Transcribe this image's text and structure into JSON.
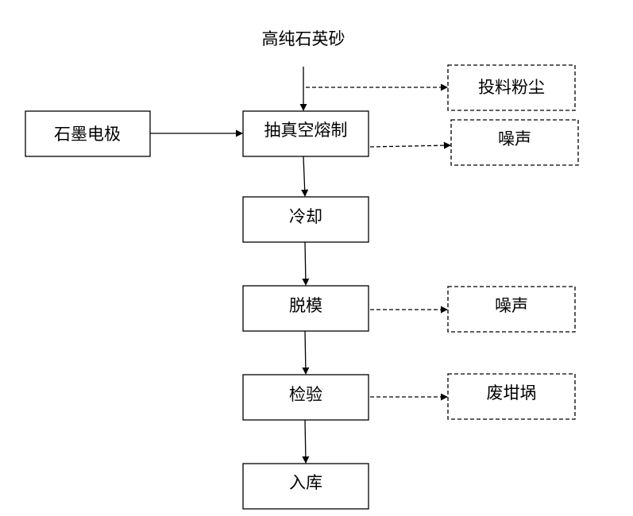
{
  "diagram": {
    "input_label": "高纯石英砂",
    "process": {
      "electrode": "石墨电极",
      "melt": "抽真空熔制",
      "cool": "冷却",
      "demold": "脱模",
      "inspect": "检验",
      "storage": "入库"
    },
    "outputs": {
      "feed_dust": "投料粉尘",
      "noise_melt": "噪声",
      "noise_demold": "噪声",
      "waste_crucible": "废坩埚"
    },
    "colors": {
      "line": "#000000",
      "background": "#ffffff"
    }
  }
}
